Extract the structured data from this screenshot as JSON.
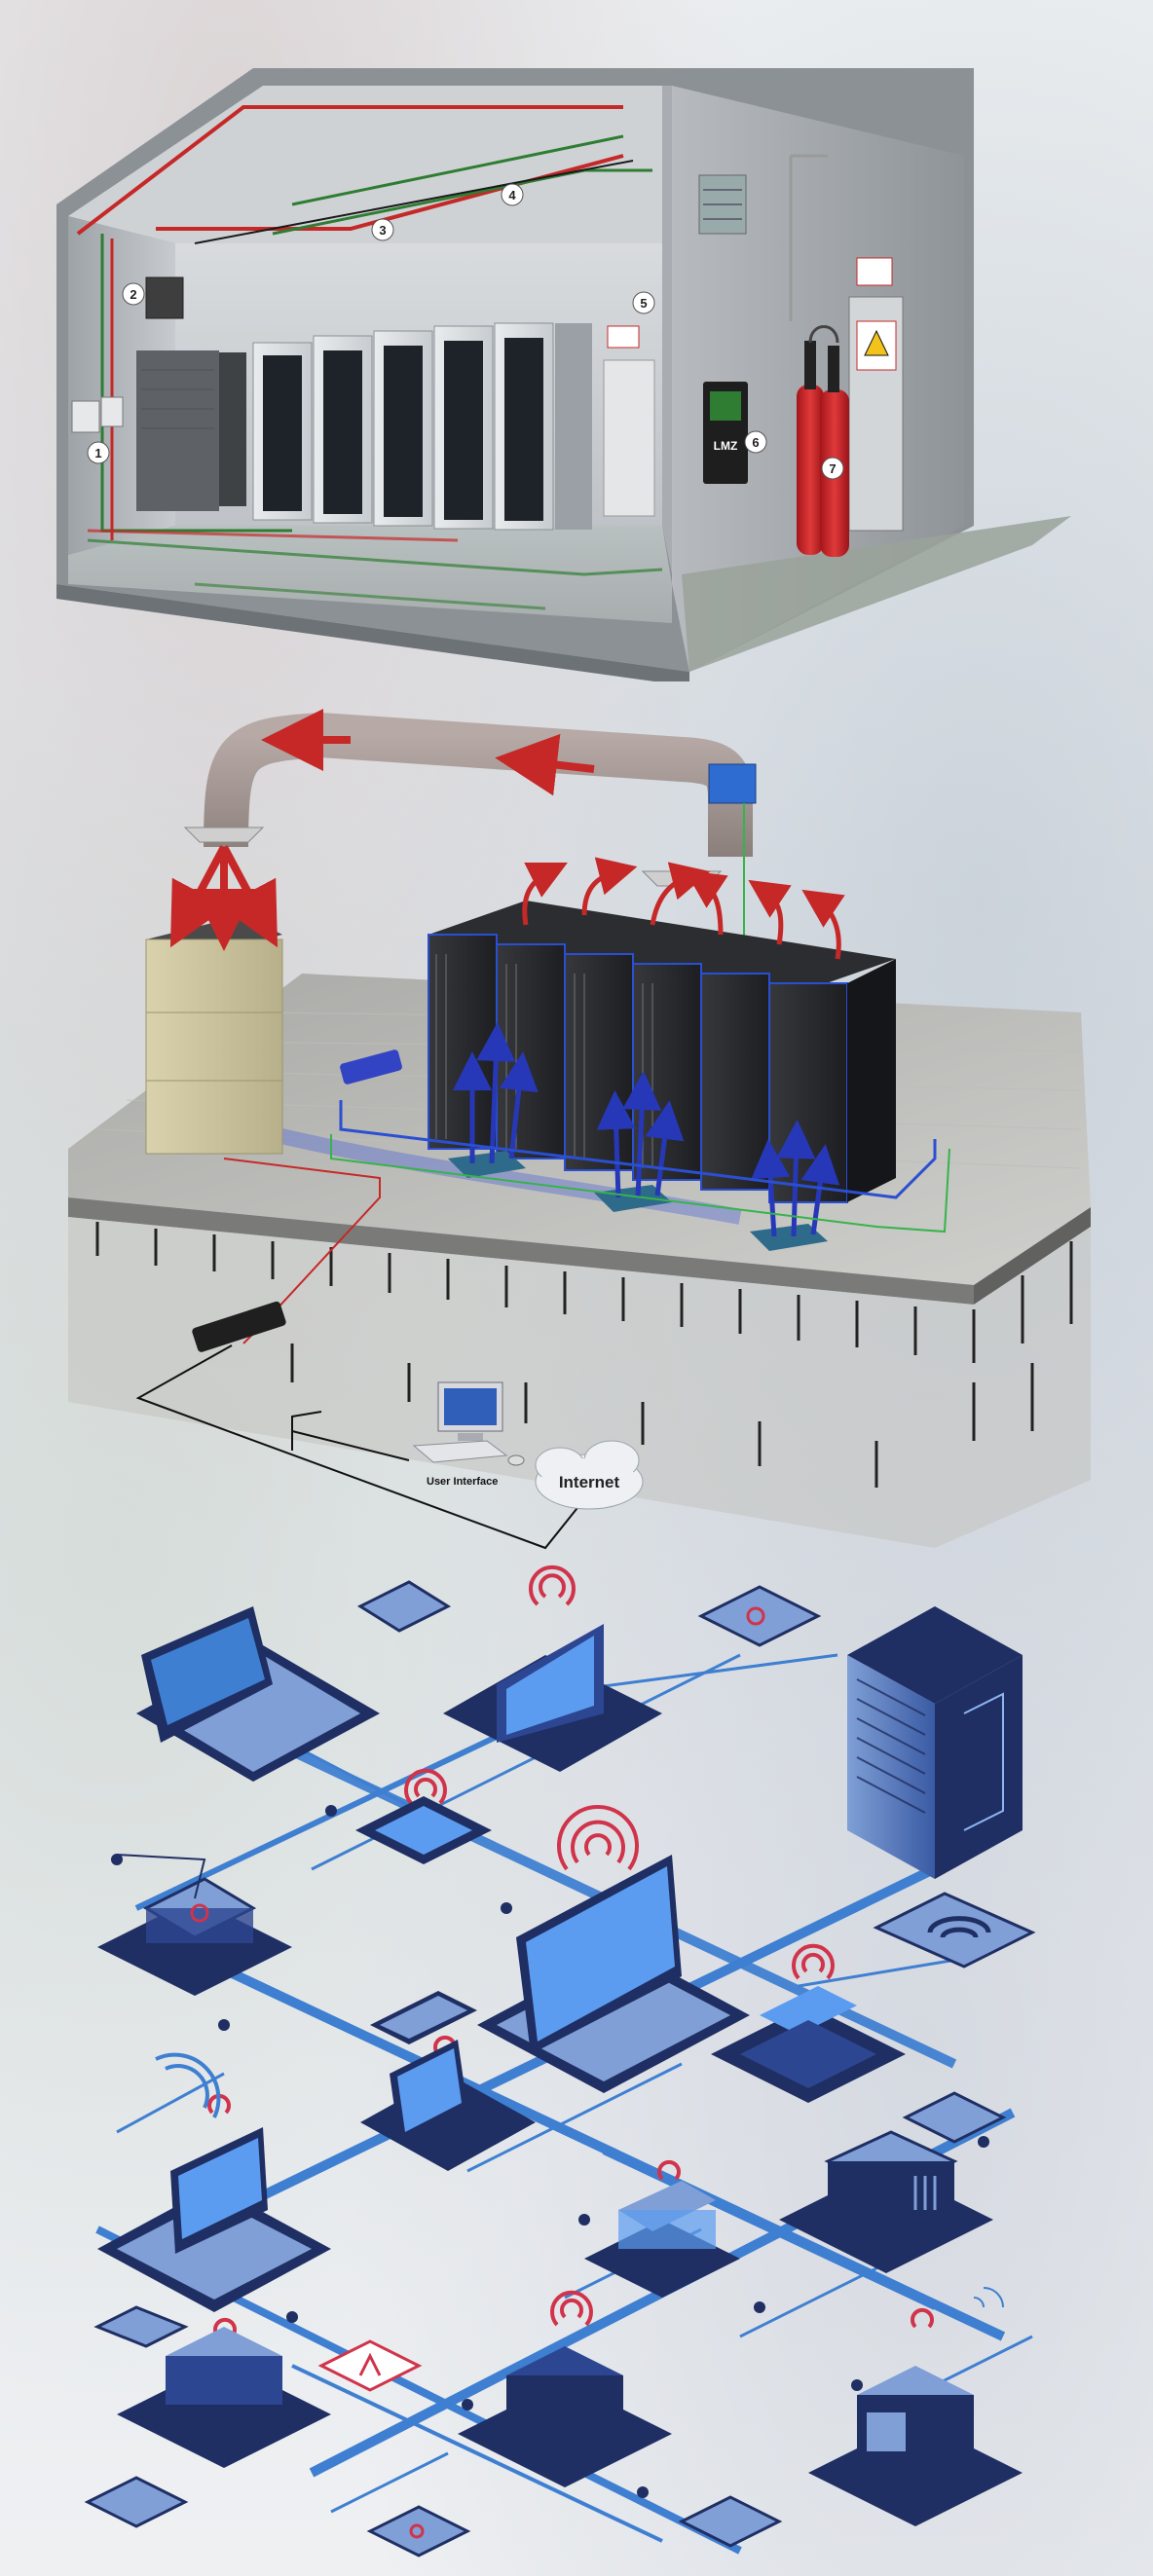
{
  "room": {
    "callouts": [
      "1",
      "2",
      "3",
      "4",
      "5",
      "6",
      "7"
    ],
    "panel_label": "LMZ"
  },
  "cooling": {
    "user_interface_label": "User Interface",
    "internet_label": "Internet"
  },
  "network": {},
  "colors": {
    "red_pipe": "#c62828",
    "green_pipe": "#2e7d32",
    "navy": "#1f2f63",
    "accent_blue": "#3f7fd1",
    "accent_red": "#d1334a"
  }
}
